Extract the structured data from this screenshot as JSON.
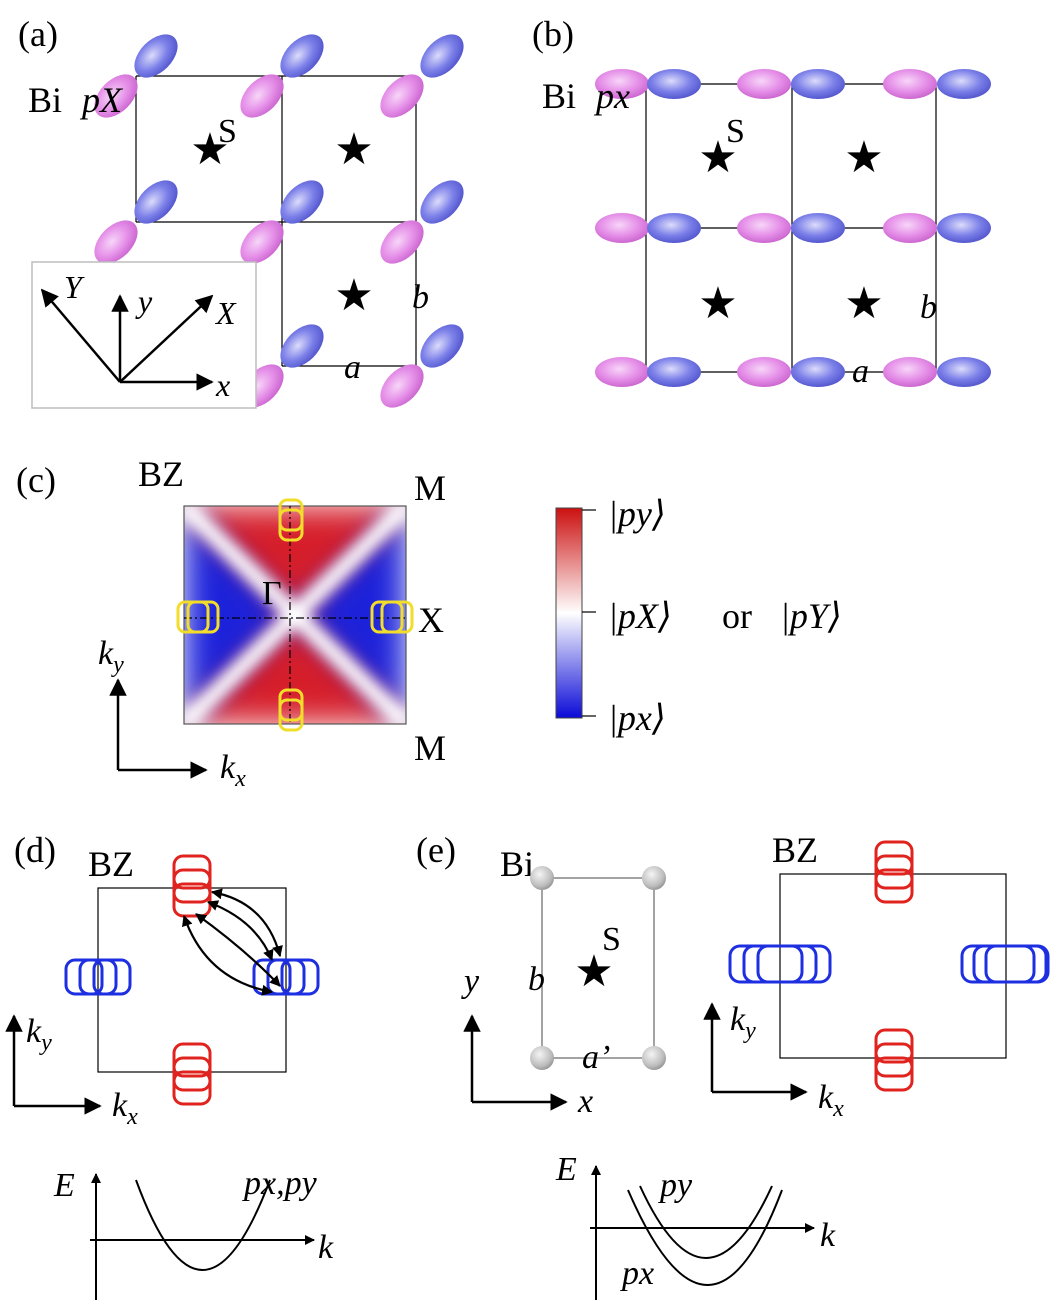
{
  "panel_a": {
    "label": "(a)",
    "bi_label": "Bi",
    "orbital_label": "pX",
    "site_label": "S",
    "lattice_a": "a",
    "lattice_b": "b",
    "axes": {
      "Y": "Y",
      "y": "y",
      "X": "X",
      "x": "x"
    }
  },
  "panel_b": {
    "label": "(b)",
    "bi_label": "Bi",
    "orbital_label": "px",
    "site_label": "S",
    "lattice_a": "a",
    "lattice_b": "b"
  },
  "panel_c": {
    "label": "(c)",
    "bz_label": "BZ",
    "m_top": "M",
    "m_bottom": "M",
    "x_point": "X",
    "gamma": "Γ",
    "ky": "k",
    "ky_sub": "y",
    "kx": "k",
    "kx_sub": "x",
    "colorbar": {
      "top": "|py⟩",
      "middle_a": "|pX⟩",
      "middle_or": "or",
      "middle_b": "|pY⟩",
      "bottom": "|px⟩"
    },
    "colors": {
      "red": "#d4121f",
      "blue": "#1016d8",
      "yellow": "#f1dd2a"
    }
  },
  "panel_d": {
    "label": "(d)",
    "bz_label": "BZ",
    "ky": "k",
    "ky_sub": "y",
    "kx": "k",
    "kx_sub": "x",
    "energy_axis": "E",
    "momentum_axis": "k",
    "band_label": "px,py"
  },
  "panel_e": {
    "label": "(e)",
    "bi_label": "Bi",
    "site_label": "S",
    "lattice_a": "a’",
    "lattice_b": "b",
    "y": "y",
    "x": "x",
    "bz_label": "BZ",
    "ky": "k",
    "ky_sub": "y",
    "kx": "k",
    "kx_sub": "x",
    "energy_axis": "E",
    "momentum_axis": "k",
    "band_upper": "py",
    "band_lower": "px"
  },
  "colors": {
    "pink": "#e48ce6",
    "blue_orbital": "#6f73e6",
    "fermi_red": "#e0231e",
    "fermi_blue": "#1d2fe0",
    "grey_atom": "#c8c8c8"
  }
}
